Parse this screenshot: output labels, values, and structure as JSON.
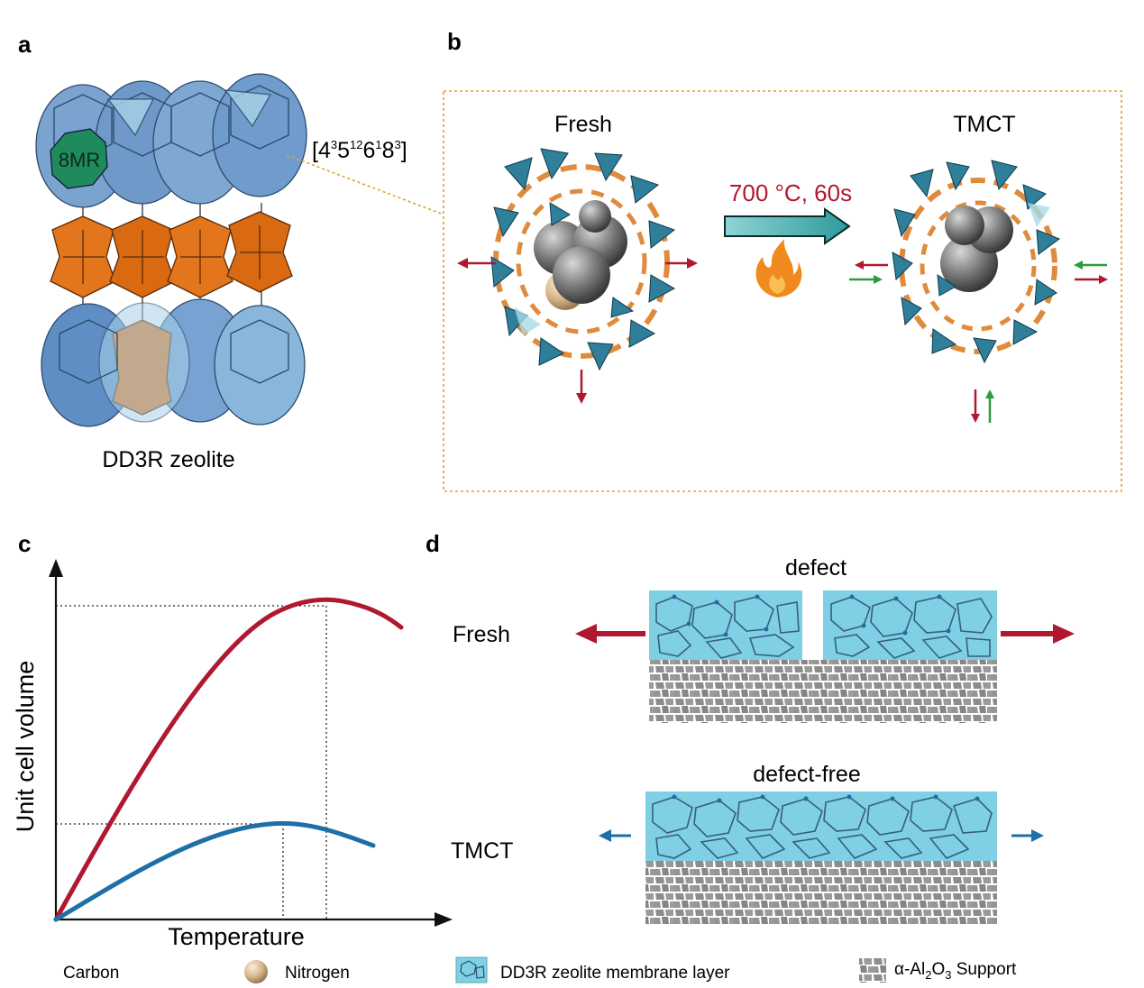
{
  "panels": {
    "a": {
      "letter": "a",
      "ring_label": "8MR",
      "cage_formula": {
        "b1": "[4",
        "s1": "3",
        "b2": "5",
        "s2": "12",
        "b3": "6",
        "s3": "1",
        "b4": "8",
        "s4": "3",
        "b5": "]"
      },
      "caption": "DD3R zeolite"
    },
    "b": {
      "letter": "b",
      "fresh_label": "Fresh",
      "tmct_label": "TMCT",
      "condition": "700 °C, 60s"
    },
    "c": {
      "letter": "c",
      "ylabel": "Unit cell volume",
      "xlabel": "Temperature"
    },
    "d": {
      "letter": "d",
      "defect_label": "defect",
      "defect_free_label": "defect-free",
      "fresh_label": "Fresh",
      "tmct_label": "TMCT"
    }
  },
  "legend": {
    "carbon": "Carbon",
    "nitrogen": "Nitrogen",
    "membrane": "DD3R zeolite membrane layer",
    "support": {
      "prefix": "α-Al",
      "sub1": "2",
      "mid": "O",
      "sub2": "3",
      "suffix": " Support"
    }
  },
  "colors": {
    "fresh_red": "#b0182f",
    "tmct_blue": "#1e6ea8",
    "green": "#2e9a3c",
    "teal_tetra": "#2f7f9b",
    "orange_cage": "#e3751c",
    "blue_cage": "#6f9ccd",
    "membrane_cyan": "#7fd0e4",
    "support_gray": "#8c8c8c",
    "guide_orange": "#e0a030"
  }
}
